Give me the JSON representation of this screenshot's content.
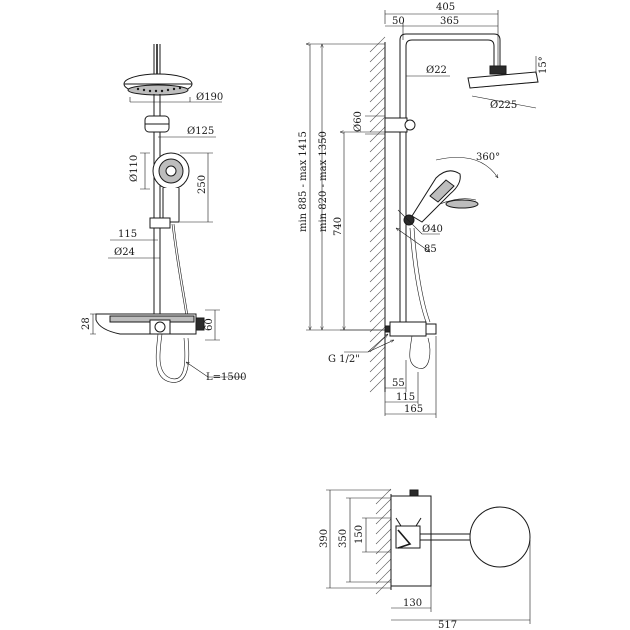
{
  "front_view": {
    "labels": {
      "head_diameter": "Ø190",
      "handshower_holder": "Ø125",
      "handshower_diameter": "Ø110",
      "handshower_height": "250",
      "bar_offset": "115",
      "rail_diameter": "Ø24",
      "shelf_height": "28",
      "mixer_height": "60",
      "hose_length": "L=1500"
    }
  },
  "side_view": {
    "labels": {
      "total_reach": "405",
      "wall_gap": "50",
      "arm_reach": "365",
      "arm_diameter": "Ø22",
      "head_angle": "15°",
      "head_diameter": "Ø225",
      "bracket_diameter": "Ø60",
      "rotation": "360°",
      "height_range_total": "min 885 - max 1415",
      "height_range_rail": "min 820 - max 1350",
      "rail_height": "740",
      "holder_diameter": "Ø40",
      "holder_offset": "85",
      "thread": "G 1/2\"",
      "depth_55": "55",
      "depth_115": "115",
      "depth_165": "165"
    }
  },
  "top_view": {
    "labels": {
      "total_height": "390",
      "height_350": "350",
      "height_150": "150",
      "depth_130": "130",
      "total_depth": "517"
    }
  }
}
